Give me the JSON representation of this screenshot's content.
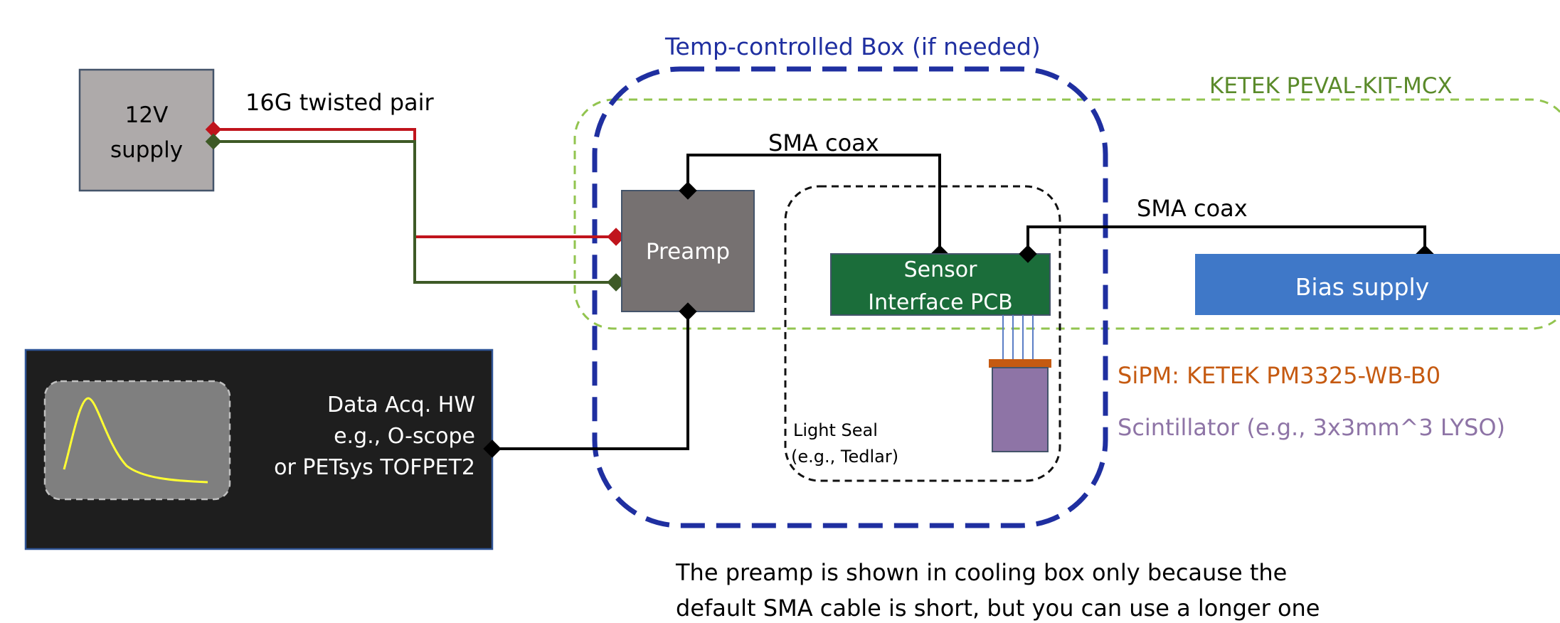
{
  "labels": {
    "supply_12v_line1": "12V",
    "supply_12v_line2": "supply",
    "twisted_pair": "16G twisted pair",
    "temp_box": "Temp-controlled Box (if needed)",
    "ketek_kit": "KETEK PEVAL-KIT-MCX",
    "sma_coax_1": "SMA coax",
    "sma_coax_2": "SMA coax",
    "preamp": "Preamp",
    "sensor_pcb_line1": "Sensor",
    "sensor_pcb_line2": "Interface PCB",
    "bias_supply": "Bias supply",
    "sipm": "SiPM: KETEK PM3325-WB-B0",
    "scintillator": "Scintillator (e.g., 3x3mm^3 LYSO)",
    "light_seal_line1": "Light Seal",
    "light_seal_line2": "(e.g., Tedlar)",
    "daq_line1": "Data Acq. HW",
    "daq_line2": "e.g., O-scope",
    "daq_line3": "or PETsys TOFPET2",
    "note_line1": "The preamp is shown in cooling box only because the",
    "note_line2": "default SMA cable is short, but you can use a longer one"
  },
  "colors": {
    "temp_box": "#1f2fa0",
    "ketek_kit": "#92c44f",
    "ketek_text": "#5a8a2a",
    "red_wire": "#c0141c",
    "green_wire": "#3e5a26",
    "preamp_fill": "#767171",
    "sensor_fill": "#1b6d3a",
    "bias_fill": "#3f78c8",
    "sipm": "#c55a11",
    "scintillator": "#8e74a6",
    "daq_fill": "#1e1e1e",
    "screen_fill": "#7f7f7f",
    "pulse": "#ffff33"
  }
}
